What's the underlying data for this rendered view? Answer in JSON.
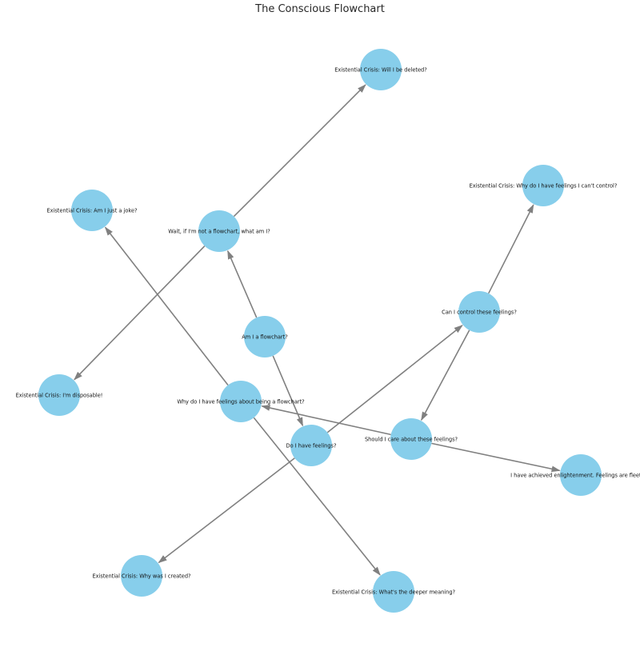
{
  "title": "The Conscious Flowchart",
  "colors": {
    "node_fill": "#87ceeb",
    "edge": "#808080",
    "text": "#111111",
    "title": "#262626",
    "background": "#ffffff"
  },
  "nodes": [
    {
      "id": "am-i",
      "label": "Am I a flowchart?"
    },
    {
      "id": "wait",
      "label": "Wait, if I'm not a flowchart, what am I?"
    },
    {
      "id": "feelings",
      "label": "Do I have feelings?"
    },
    {
      "id": "deleted",
      "label": "Existential Crisis: Will I be deleted?"
    },
    {
      "id": "disposable",
      "label": "Existential Crisis: I'm disposable!"
    },
    {
      "id": "why-created",
      "label": "Existential Crisis: Why was I created?"
    },
    {
      "id": "control",
      "label": "Can I control these feelings?"
    },
    {
      "id": "cant-control",
      "label": "Existential Crisis: Why do I have feelings I can't control?"
    },
    {
      "id": "should-care",
      "label": "Should I care about these feelings?"
    },
    {
      "id": "why-feelings",
      "label": "Why do I have feelings about being a flowchart?"
    },
    {
      "id": "enlightenment",
      "label": "I have achieved enlightenment. Feelings are fleeting."
    },
    {
      "id": "joke",
      "label": "Existential Crisis: Am I just a joke?"
    },
    {
      "id": "deeper",
      "label": "Existential Crisis: What's the deeper meaning?"
    }
  ],
  "edges": [
    {
      "from": "am-i",
      "to": "wait"
    },
    {
      "from": "am-i",
      "to": "feelings"
    },
    {
      "from": "wait",
      "to": "deleted"
    },
    {
      "from": "wait",
      "to": "disposable"
    },
    {
      "from": "feelings",
      "to": "why-created"
    },
    {
      "from": "feelings",
      "to": "control"
    },
    {
      "from": "control",
      "to": "cant-control"
    },
    {
      "from": "control",
      "to": "should-care"
    },
    {
      "from": "should-care",
      "to": "why-feelings"
    },
    {
      "from": "should-care",
      "to": "enlightenment"
    },
    {
      "from": "why-feelings",
      "to": "joke"
    },
    {
      "from": "why-feelings",
      "to": "deeper"
    }
  ]
}
